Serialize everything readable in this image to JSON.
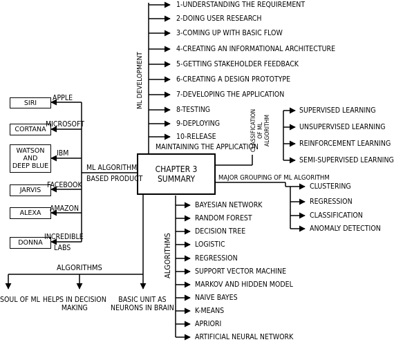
{
  "center": {
    "line1": "CHAPTER 3",
    "line2": "SUMMARY"
  },
  "ml_development": {
    "label": "ML DEVELOPMENT",
    "steps": [
      "1-UNDERSTANDING THE REQUIREMENT",
      "2-DOING USER RESEARCH",
      "3-COMING UP WITH BASIC FLOW",
      "4-CREATING AN INFORMATIONAL ARCHITECTURE",
      "5-GETTING STAKEHOLDER FEEDBACK",
      "6-CREATING A DESIGN PROTOTYPE",
      "7-DEVELOPING THE APPLICATION",
      "8-TESTING",
      "9-DEPLOYING",
      "10-RELEASE"
    ],
    "maintain": "MAINTAINING THE APPLICATION"
  },
  "classification": {
    "label": "CLASSIFICATION OF ML ALGORITHM",
    "items": [
      "SUPERVISED LEARNING",
      "UNSUPERVISED LEARNING",
      "REINFORCEMENT LEARNING",
      "SEMI-SUPERVISED LEARNING"
    ]
  },
  "major_grouping": {
    "label": "MAJOR GROUPING OF ML ALGORITHM",
    "items": [
      "CLUSTERING",
      "REGRESSION",
      "CLASSIFICATION",
      "ANOMALY DETECTION"
    ]
  },
  "algorithms_list": {
    "label": "ALGORITHMS",
    "items": [
      "BAYESIAN NETWORK",
      "RANDOM FOREST",
      "DECISION TREE",
      "LOGISTIC",
      "REGRESSION",
      "SUPPORT VECTOR MACHINE",
      "MARKOV AND HIDDEN MODEL",
      "NAIVE BAYES",
      "K-MEANS",
      "APRIORI",
      "ARTIFICIAL NEURAL NETWORK"
    ]
  },
  "products": {
    "label1": "ML ALGORITHM",
    "label2": "BASED PRODUCT",
    "items": [
      {
        "product": "SIRI",
        "company": "APPLE"
      },
      {
        "product": "CORTANA",
        "company": "MICROSOFT"
      },
      {
        "product": "WATSON\nAND\nDEEP BLUE",
        "company": "IBM"
      },
      {
        "product": "JARVIS",
        "company": "FACEBOOK"
      },
      {
        "product": "ALEXA",
        "company": "AMAZON"
      },
      {
        "product": "DONNA",
        "company": "INCREDIBLE",
        "company2": "LABS"
      }
    ]
  },
  "algorithms_bottom": {
    "label": "ALGORITHMS",
    "items": [
      "SOUL OF ML",
      "HELPS IN DECISION\nMAKING",
      "BASIC UNIT AS\nNEURONS IN BRAIN"
    ]
  }
}
